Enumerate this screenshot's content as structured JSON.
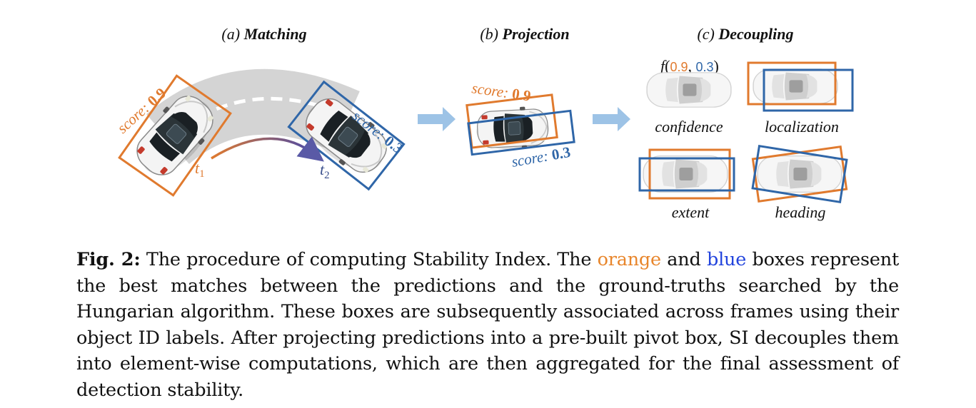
{
  "panels": {
    "a": {
      "prefix": "(a)",
      "name": "Matching"
    },
    "b": {
      "prefix": "(b)",
      "name": "Projection"
    },
    "c": {
      "prefix": "(c)",
      "name": "Decoupling"
    }
  },
  "matching": {
    "score_orange": {
      "label": "score:",
      "value": "0.9"
    },
    "score_blue": {
      "label": "score:",
      "value": "0.3"
    },
    "t1": {
      "base": "t",
      "sub": "1"
    },
    "t2": {
      "base": "t",
      "sub": "2"
    }
  },
  "projection": {
    "score_orange": {
      "label": "score:",
      "value": "0.9"
    },
    "score_blue": {
      "label": "score:",
      "value": "0.3"
    }
  },
  "decoupling": {
    "func": {
      "name": "f",
      "open": "(",
      "a": "0.9",
      "sep": ", ",
      "b": "0.3",
      "close": ")"
    },
    "labels": [
      "confidence",
      "localization",
      "extent",
      "heading"
    ]
  },
  "caption": {
    "label": "Fig. 2:",
    "part1": " The procedure of computing Stability Index. The ",
    "orange_word": "orange",
    "part2": " and ",
    "blue_word": "blue",
    "part3": " boxes represent the best matches between the predictions and the ground-truths searched by the Hungarian algorithm. These boxes are subsequently associated across frames using their object ID labels. After projecting predictions into a pre-built pivot box, SI decouples them into element-wise computations, which are then aggregated for the final assessment of detection stability."
  },
  "colors": {
    "orange": "#e07a2e",
    "blue": "#2f66a8",
    "caption_orange": "#e8862c",
    "caption_blue": "#2244dd",
    "arrow": "#9dc3e6",
    "road": "#d4d4d4"
  }
}
